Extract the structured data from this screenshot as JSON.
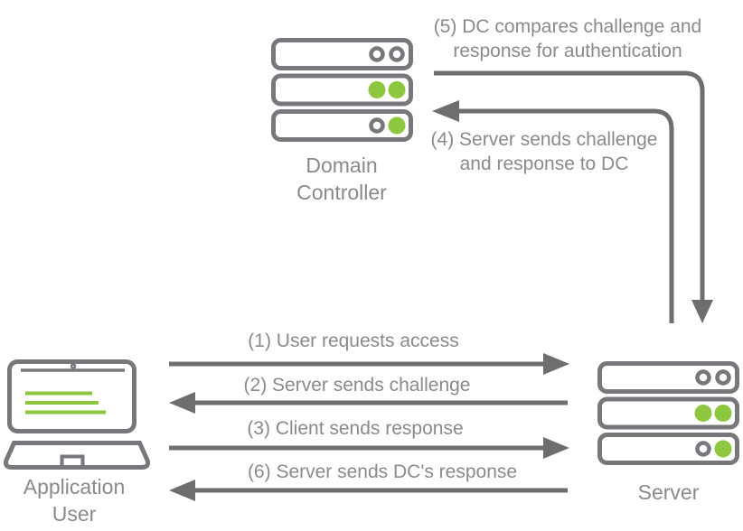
{
  "diagram": {
    "colors": {
      "canvas_bg": "#ffffff",
      "arrow_color": "#6e6e6e",
      "icon_color": "#77787b",
      "green_color": "#8dc63f",
      "text_color": "#8a8a8a",
      "chip_bg": "#ffffff"
    },
    "nodes": {
      "domain_controller": {
        "icon": "server-rack-icon",
        "label_line1": "Domain",
        "label_line2": "Controller"
      },
      "application_user": {
        "icon": "laptop-icon",
        "label_line1": "Application",
        "label_line2": "User"
      },
      "server": {
        "icon": "server-rack-icon",
        "label": "Server"
      }
    },
    "messages": {
      "m1": {
        "text": "(1) User requests access",
        "from": "application_user",
        "to": "server"
      },
      "m2": {
        "text": "(2) Server sends challenge",
        "from": "server",
        "to": "application_user"
      },
      "m3": {
        "text": "(3) Client sends response",
        "from": "application_user",
        "to": "server"
      },
      "m4": {
        "line1": "(4) Server sends challenge",
        "line2": "and response to DC",
        "from": "server",
        "to": "domain_controller"
      },
      "m5": {
        "line1": "(5) DC compares challenge and",
        "line2": "response for authentication",
        "from": "domain_controller",
        "to": "server"
      },
      "m6": {
        "text": "(6) Server sends DC's response",
        "from": "server",
        "to": "application_user"
      }
    }
  }
}
